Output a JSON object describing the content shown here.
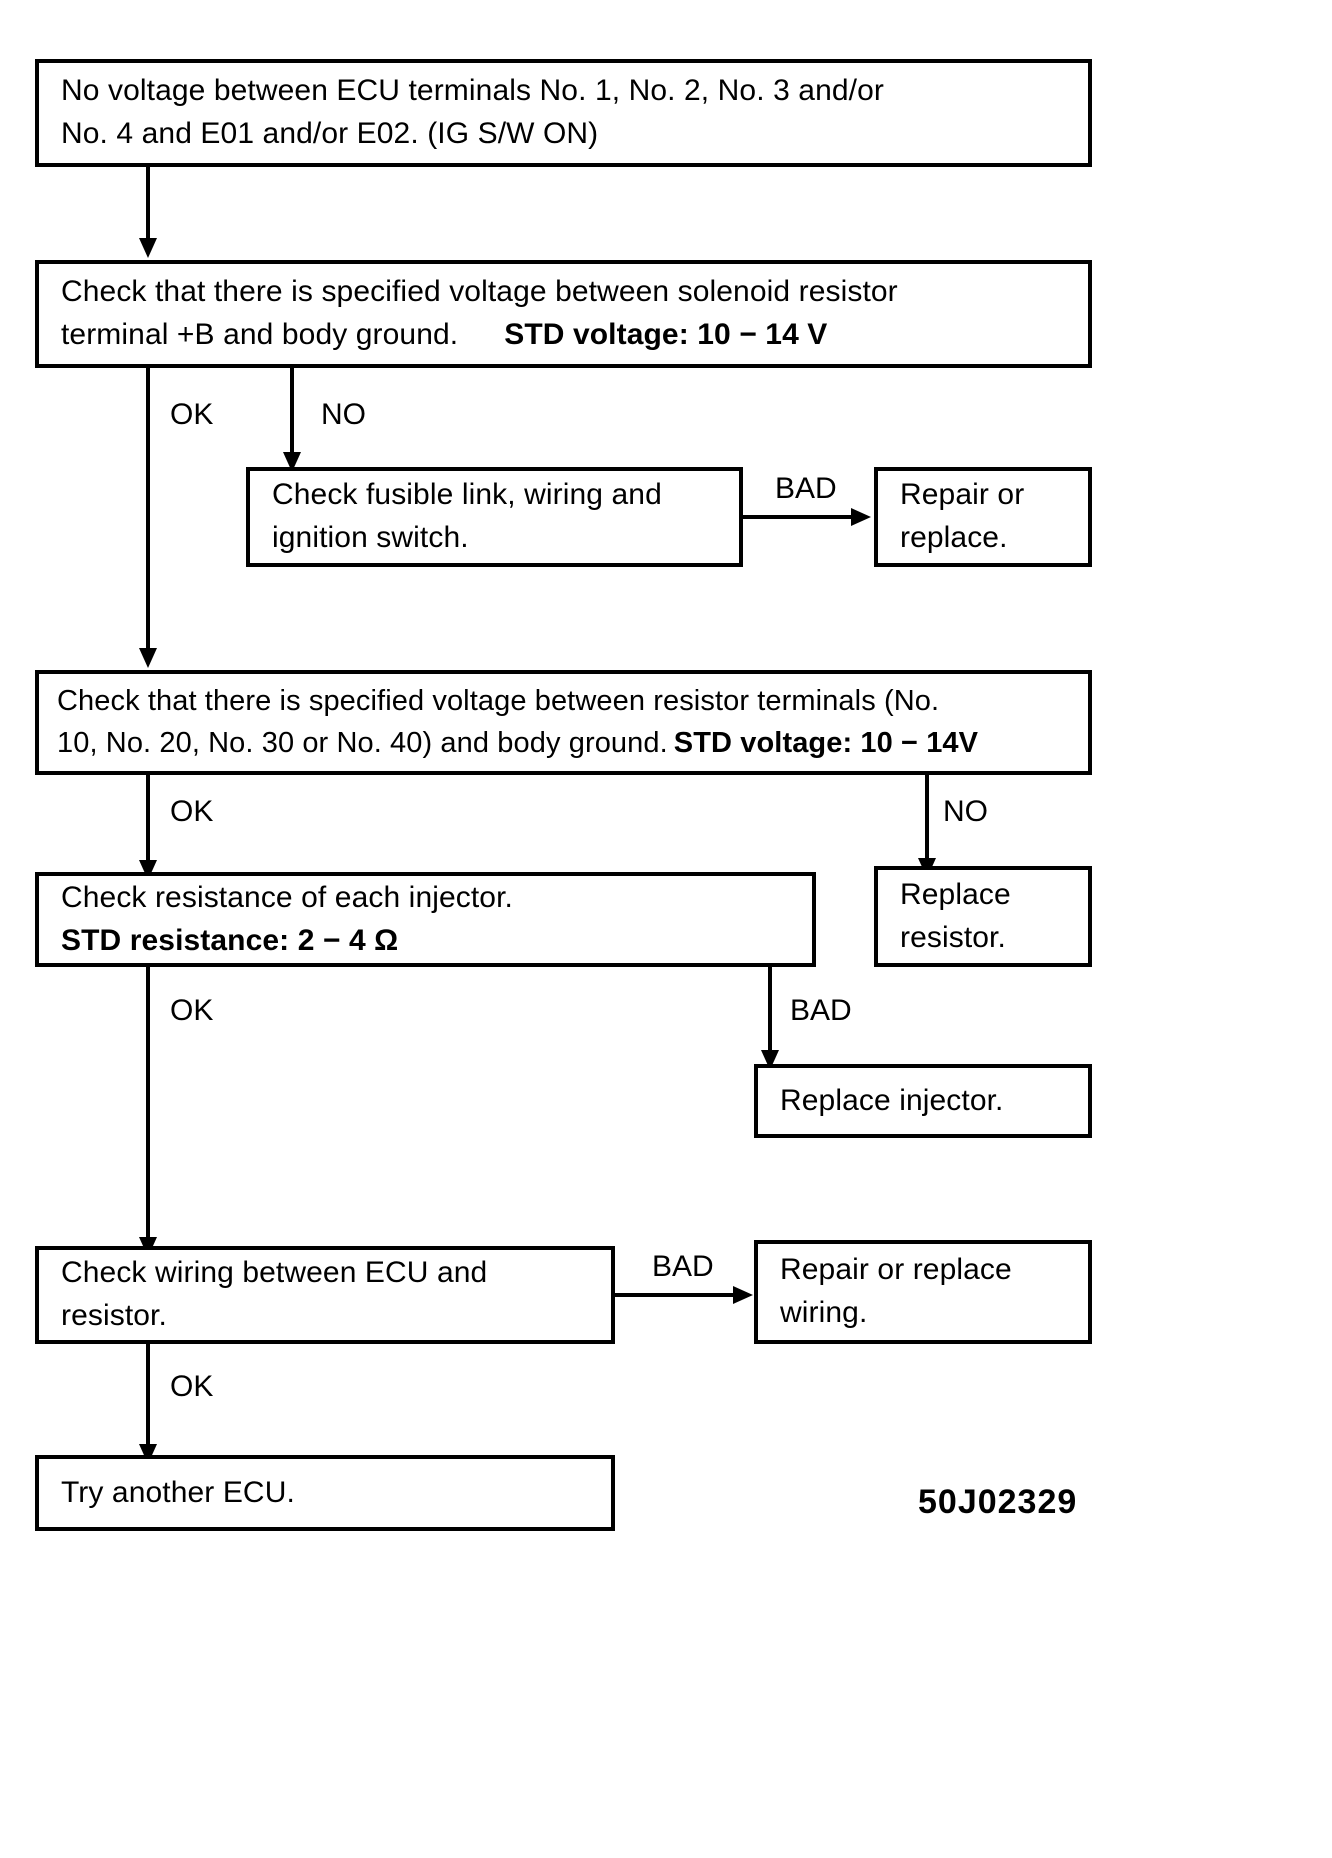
{
  "diagram": {
    "title": "Injector circuit troubleshooting flowchart",
    "reference_code": "50J02329",
    "type": "flowchart",
    "nodes": [
      {
        "id": "n1",
        "name": "no-voltage-condition",
        "lines": [
          "No voltage between ECU terminals No. 1, No. 2, No. 3 and/or",
          "No. 4 and E01 and/or E02. (IG S/W ON)"
        ]
      },
      {
        "id": "n2",
        "name": "check-solenoid-resistor-voltage",
        "line1": "Check that there is specified voltage between solenoid resistor",
        "line2_a": "terminal +B and body ground.",
        "line2_b": "STD voltage:  10 − 14 V"
      },
      {
        "id": "n3",
        "name": "check-fusible-link",
        "lines": [
          "Check fusible link, wiring and",
          "ignition switch."
        ]
      },
      {
        "id": "n4",
        "name": "repair-or-replace",
        "lines": [
          "Repair or",
          "replace."
        ]
      },
      {
        "id": "n5",
        "name": "check-resistor-terminal-voltage",
        "line1": "Check that there is specified voltage between resistor terminals (No.",
        "line2_a": "10, No. 20, No. 30 or No. 40) and body ground.",
        "line2_b": "STD voltage: 10 − 14V"
      },
      {
        "id": "n6",
        "name": "check-injector-resistance",
        "line1": "Check resistance of each injector.",
        "line2": "STD resistance:  2 − 4 Ω"
      },
      {
        "id": "n7",
        "name": "replace-resistor",
        "lines": [
          "Replace",
          "resistor."
        ]
      },
      {
        "id": "n8",
        "name": "replace-injector",
        "lines": [
          "Replace injector."
        ]
      },
      {
        "id": "n9",
        "name": "check-wiring-ecu-resistor",
        "lines": [
          "Check wiring between ECU and",
          "resistor."
        ]
      },
      {
        "id": "n10",
        "name": "repair-or-replace-wiring",
        "lines": [
          "Repair or replace",
          "wiring."
        ]
      },
      {
        "id": "n11",
        "name": "try-another-ecu",
        "lines": [
          "Try another ECU."
        ]
      }
    ],
    "edge_labels": {
      "ok_1": "OK",
      "no_1": "NO",
      "bad_1": "BAD",
      "ok_2": "OK",
      "no_2": "NO",
      "ok_3": "OK",
      "bad_2": "BAD",
      "bad_3": "BAD",
      "ok_4": "OK"
    }
  }
}
